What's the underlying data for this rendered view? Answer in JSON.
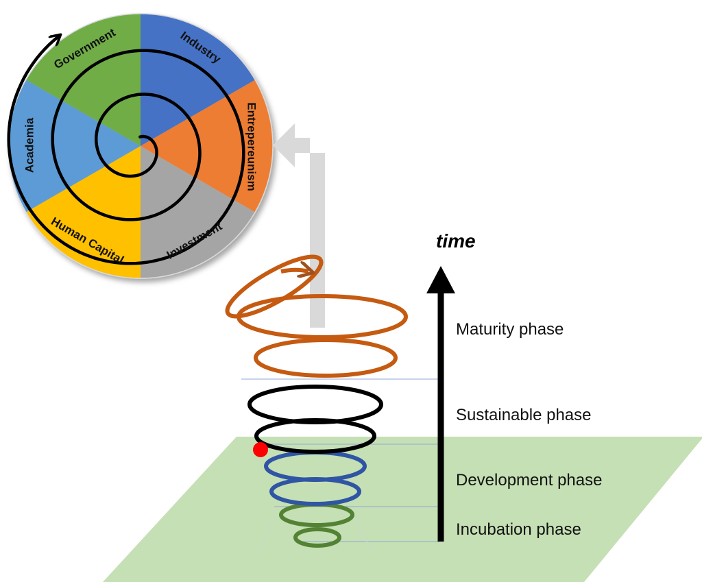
{
  "wheel": {
    "segments": [
      {
        "label": "Industry",
        "color": "#4472C4"
      },
      {
        "label": "Entrepereunism",
        "color": "#ED7D31"
      },
      {
        "label": "Investment",
        "color": "#A5A5A5"
      },
      {
        "label": "Human Capital",
        "color": "#FFC000"
      },
      {
        "label": "Academia",
        "color": "#5B9BD5"
      },
      {
        "label": "Government",
        "color": "#70AD47"
      }
    ]
  },
  "axis": {
    "label": "time"
  },
  "phases": [
    {
      "label": "Maturity phase",
      "color": "#C55A11"
    },
    {
      "label": "Sustainable phase",
      "color": "#000000"
    },
    {
      "label": "Development phase",
      "color": "#2F55A4"
    },
    {
      "label": "Incubation phase",
      "color": "#548235"
    }
  ],
  "colors": {
    "ground_plane": "#C5E0B4",
    "arrow_connector": "#D9D9D9",
    "marker_dot": "#FF0000",
    "divider_lines": "#8FA7D9"
  }
}
